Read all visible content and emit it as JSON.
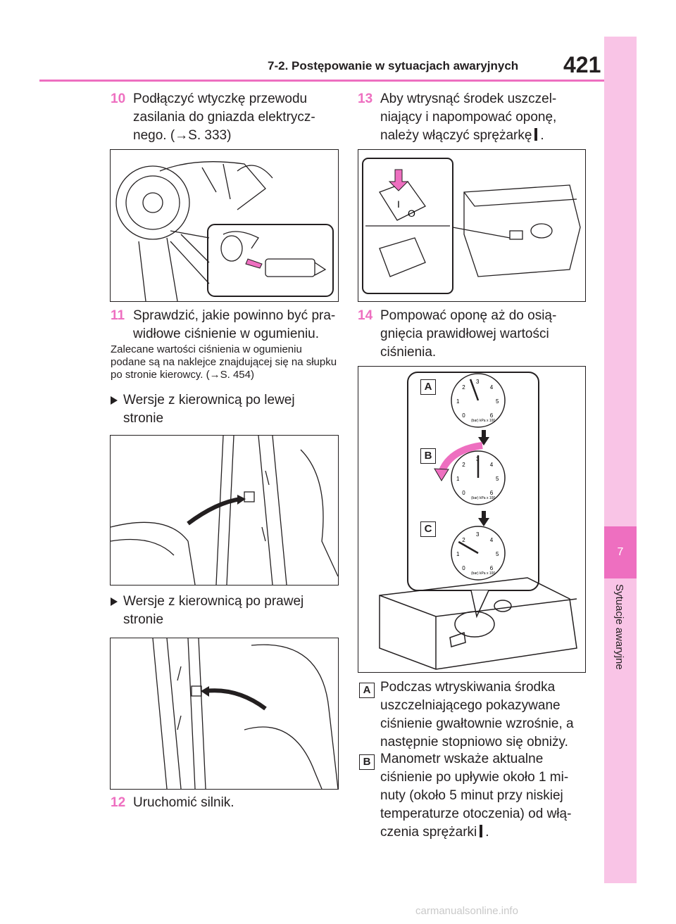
{
  "header": {
    "title": "7-2. Postępowanie w sytuacjach awaryjnych",
    "page_number": "421"
  },
  "sidebar": {
    "chapter": "7",
    "label": "Sytuacje awaryjne"
  },
  "left": {
    "step10": {
      "num": "10",
      "text": "Podłączyć wtyczkę przewodu zasilania do gniazda elektrycz-nego. (→S. 333)"
    },
    "step11": {
      "num": "11",
      "text": "Sprawdzić, jakie powinno być pra-widłowe ciśnienie w ogumieniu."
    },
    "note11": "Zalecane wartości ciśnienia w ogumieniu podane są na naklejce znajdującej się na słupku po stronie kierowcy. (→S. 454)",
    "bullet_left": "Wersje z kierownicą po lewej stronie",
    "bullet_right": "Wersje z kierownicą po prawej stronie",
    "step12": {
      "num": "12",
      "text": "Uruchomić silnik."
    }
  },
  "right": {
    "step13": {
      "num": "13",
      "text_a": "Aby wtrysnąć środek uszczel-niający i napompować oponę, należy włączyć sprężarkę",
      "text_b": "."
    },
    "step14": {
      "num": "14",
      "text": "Pompować oponę aż do osią-gnięcia prawidłowej wartości ciśnienia."
    },
    "gauge_labels": [
      "A",
      "B",
      "C"
    ],
    "gauge_units": "(bar)\nkPa x 100",
    "gauge_ticks": [
      "0",
      "1",
      "2",
      "3",
      "4",
      "5",
      "6"
    ],
    "legend": [
      {
        "key": "A",
        "text": "Podczas wtryskiwania środka uszczelniającego pokazywane ciśnienie gwałtownie wzrośnie, a następnie stopniowo się obniży."
      },
      {
        "key": "B",
        "text_a": "Manometr wskaże aktualne ciśnienie po upływie około 1 mi-nuty (około 5 minut przy niskiej temperaturze otoczenia) od włą-czenia sprężarki",
        "text_b": "."
      }
    ]
  },
  "footer": "carmanualsonline.info"
}
